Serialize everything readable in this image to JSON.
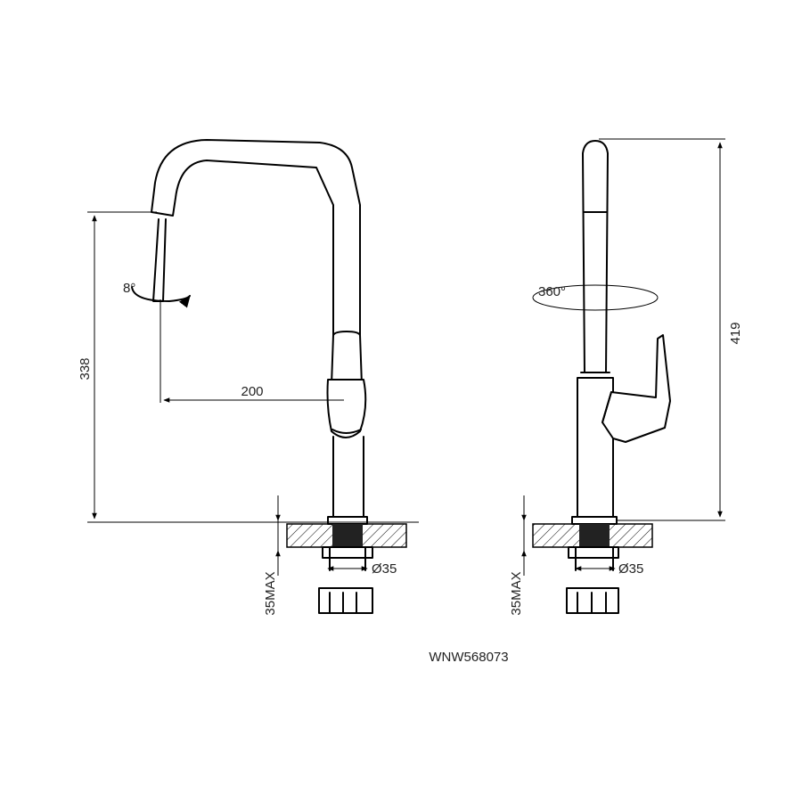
{
  "model_code": "WNW568073",
  "front_view": {
    "dim_height": "338",
    "dim_reach": "200",
    "dim_angle": "8°",
    "dim_hole": "Ø35",
    "dim_deck": "35MAX"
  },
  "side_view": {
    "dim_height": "419",
    "dim_rotation": "360°",
    "dim_hole": "Ø35",
    "dim_deck": "35MAX"
  },
  "colors": {
    "line": "#000000",
    "background": "#ffffff",
    "text": "#222222"
  }
}
